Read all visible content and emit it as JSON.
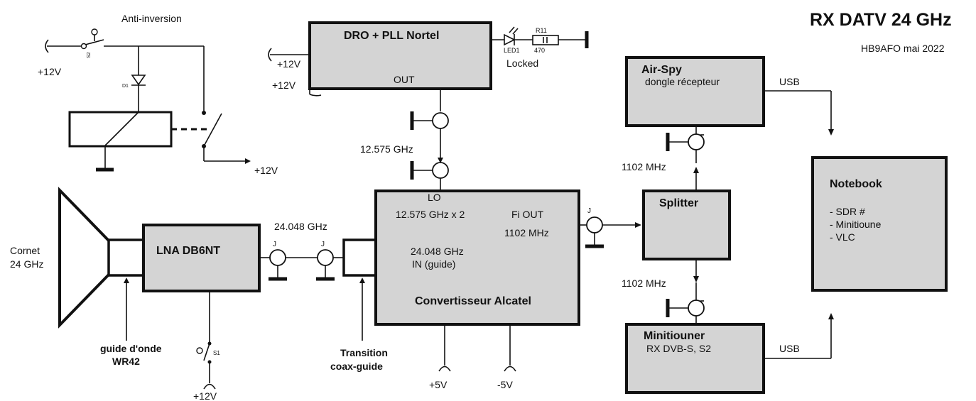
{
  "header": {
    "title": "RX DATV 24 GHz",
    "subtitle": "HB9AFO mai 2022"
  },
  "antiinversion": {
    "label": "Anti-inversion",
    "switch": "S2",
    "diode": "D1",
    "supply_in": "+12V",
    "supply_out": "+12V"
  },
  "dro": {
    "title": "DRO + PLL Nortel",
    "out": "OUT",
    "supply1": "+12V",
    "supply2": "+12V",
    "led": "LED1",
    "resistor": "R11",
    "resistor_value": "470",
    "locked": "Locked"
  },
  "lo_freq": "12.575 GHz",
  "horn": {
    "label1": "Cornet",
    "label2": "24 GHz"
  },
  "lna": {
    "title": "LNA DB6NT",
    "freq": "24.048 GHz",
    "switch": "S1",
    "supply": "+12V",
    "connector": "J"
  },
  "waveguide": {
    "line1": "guide d'onde",
    "line2": "WR42"
  },
  "transition": {
    "line1": "Transition",
    "line2": "coax-guide"
  },
  "converter": {
    "title": "Convertisseur Alcatel",
    "lo": "LO",
    "mult": "12.575 GHz x 2",
    "in_freq": "24.048 GHz",
    "in_label": "IN (guide)",
    "fi": "Fi OUT",
    "fi_freq": "1102 MHz",
    "vpos": "+5V",
    "vneg": "-5V"
  },
  "splitter": {
    "title": "Splitter",
    "freq_top": "1102 MHz",
    "freq_bottom": "1102 MHz",
    "connector": "J"
  },
  "airspy": {
    "title": "Air-Spy",
    "subtitle": "dongle récepteur",
    "usb": "USB"
  },
  "minitiouner": {
    "title": "Minitiouner",
    "subtitle": "RX DVB-S, S2",
    "usb": "USB"
  },
  "notebook": {
    "title": "Notebook",
    "items": [
      "- SDR #",
      "- Minitioune",
      "- VLC"
    ]
  }
}
